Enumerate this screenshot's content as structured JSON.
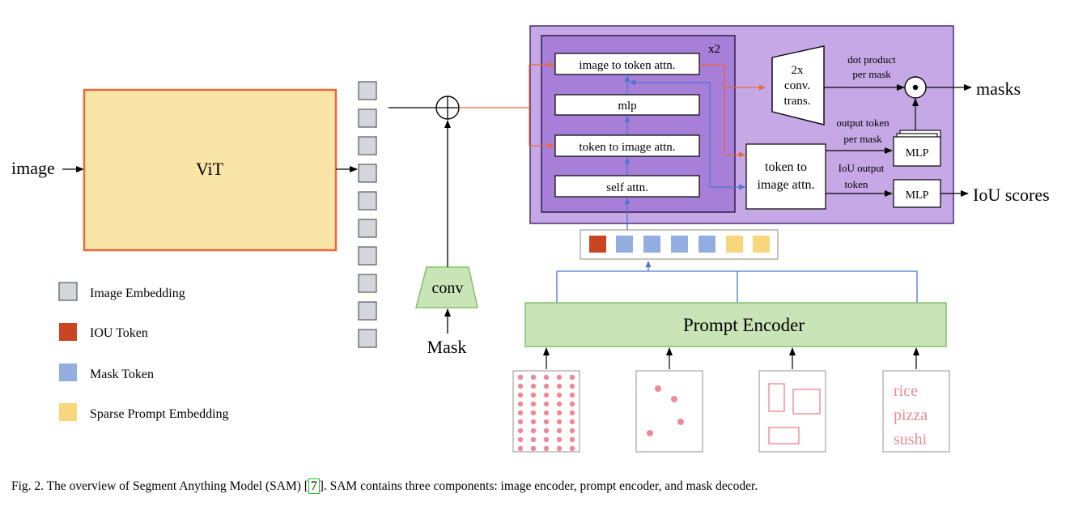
{
  "inputs": {
    "image": "image",
    "mask": "Mask"
  },
  "blocks": {
    "vit": "ViT",
    "conv": "conv",
    "prompt_encoder": "Prompt Encoder",
    "decoder_repeat": "x2",
    "layers": [
      "image to token attn.",
      "mlp",
      "token to image attn.",
      "self attn."
    ],
    "token_to_image_line1": "token to",
    "token_to_image_line2": "image attn.",
    "conv_trans_lines": [
      "2x",
      "conv.",
      "trans."
    ],
    "mlp_top": "MLP",
    "mlp_bottom": "MLP"
  },
  "annotations": {
    "dot_product_line1": "dot product",
    "dot_product_line2": "per mask",
    "output_token_line1": "output token",
    "output_token_line2": "per mask",
    "iou_output_line1": "IoU output",
    "iou_output_line2": "token"
  },
  "outputs": {
    "masks": "masks",
    "iou_scores": "IoU scores"
  },
  "prompt_text_words": [
    "rice",
    "pizza",
    "sushi"
  ],
  "legend": [
    {
      "label": "Image Embedding",
      "color": "#d4d6da"
    },
    {
      "label": "IOU Token",
      "color": "#c9451f"
    },
    {
      "label": "Mask Token",
      "color": "#93ade0"
    },
    {
      "label": "Sparse Prompt Embedding",
      "color": "#f6d77c"
    }
  ],
  "colors": {
    "vit_fill": "#fae5a8",
    "vit_stroke": "#e66a3c",
    "green_fill": "#c9e4b6",
    "green_stroke": "#82c06a",
    "decoder_outer": "#c7a8e6",
    "decoder_inner": "#a77ed8",
    "decoder_stroke": "#4b2f78",
    "orange_arrow": "#e66a3c",
    "blue_arrow": "#4c77cc",
    "pink": "#ee8a98"
  },
  "token_row": [
    "iou",
    "mask",
    "mask",
    "mask",
    "mask",
    "sparse",
    "sparse"
  ],
  "caption": {
    "prefix": "Fig. 2.  The overview of Segment Anything Model (SAM) [",
    "cite": "7",
    "suffix": "]. SAM contains three components: image encoder, prompt encoder, and mask decoder."
  }
}
